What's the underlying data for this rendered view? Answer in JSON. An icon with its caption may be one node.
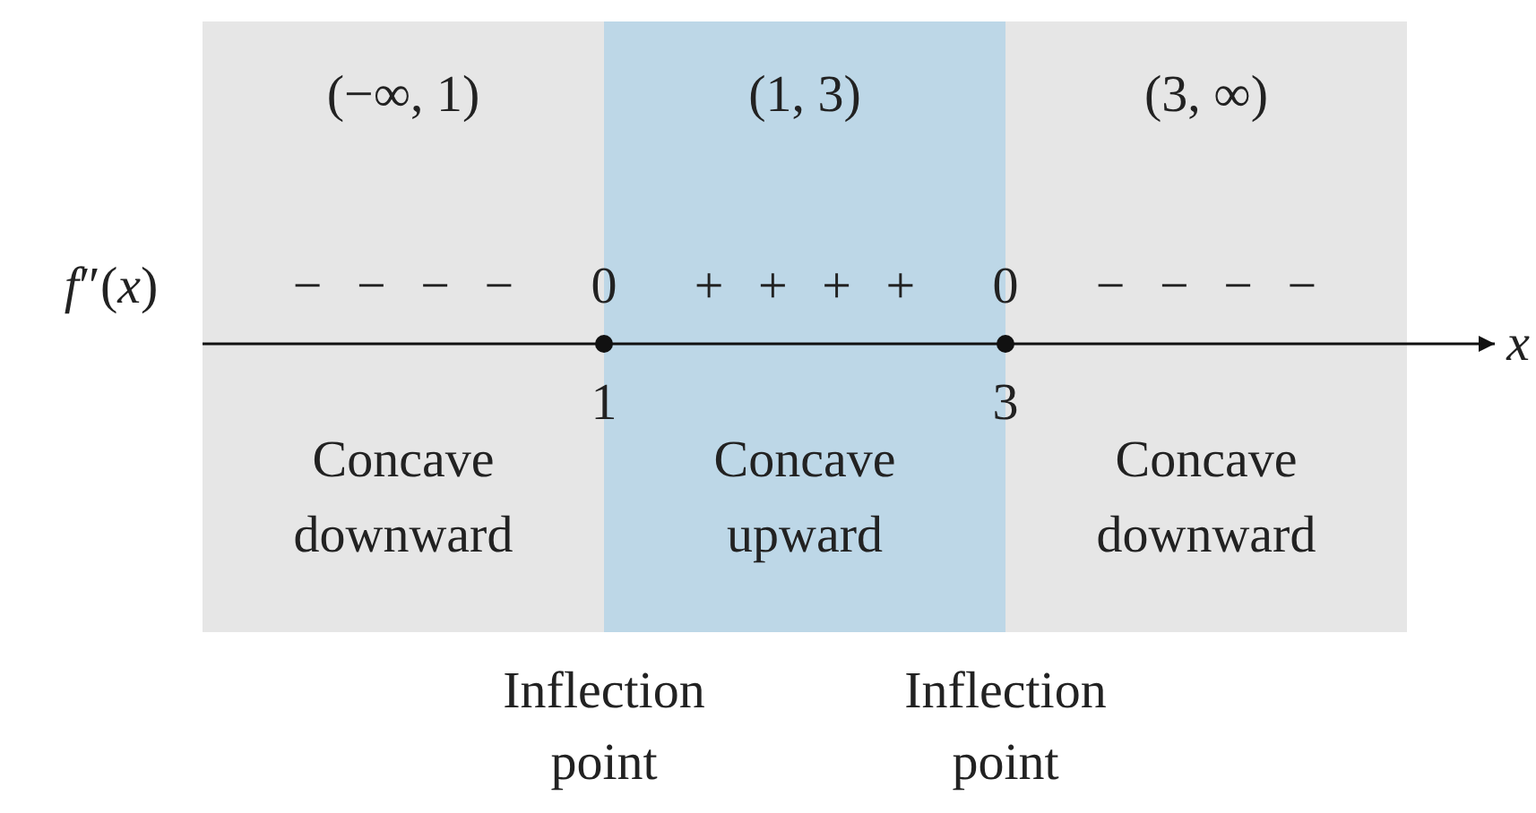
{
  "diagram": {
    "nodes": [
      {
        "text": [
          "(−∞, 1)",
          "Concave downward"
        ]
      },
      {
        "text": [
          "(1, 3)",
          "Concave upward"
        ]
      },
      {
        "text": [
          "(3, ∞)",
          "Concave downward"
        ]
      }
    ],
    "labels": [
      "*f*″(*x*)",
      "− − − −",
      "0",
      "+ + + +",
      "0",
      "− − − −",
      "1",
      "3",
      "*x*",
      "Inflection point",
      "Inflection point"
    ]
  }
}
